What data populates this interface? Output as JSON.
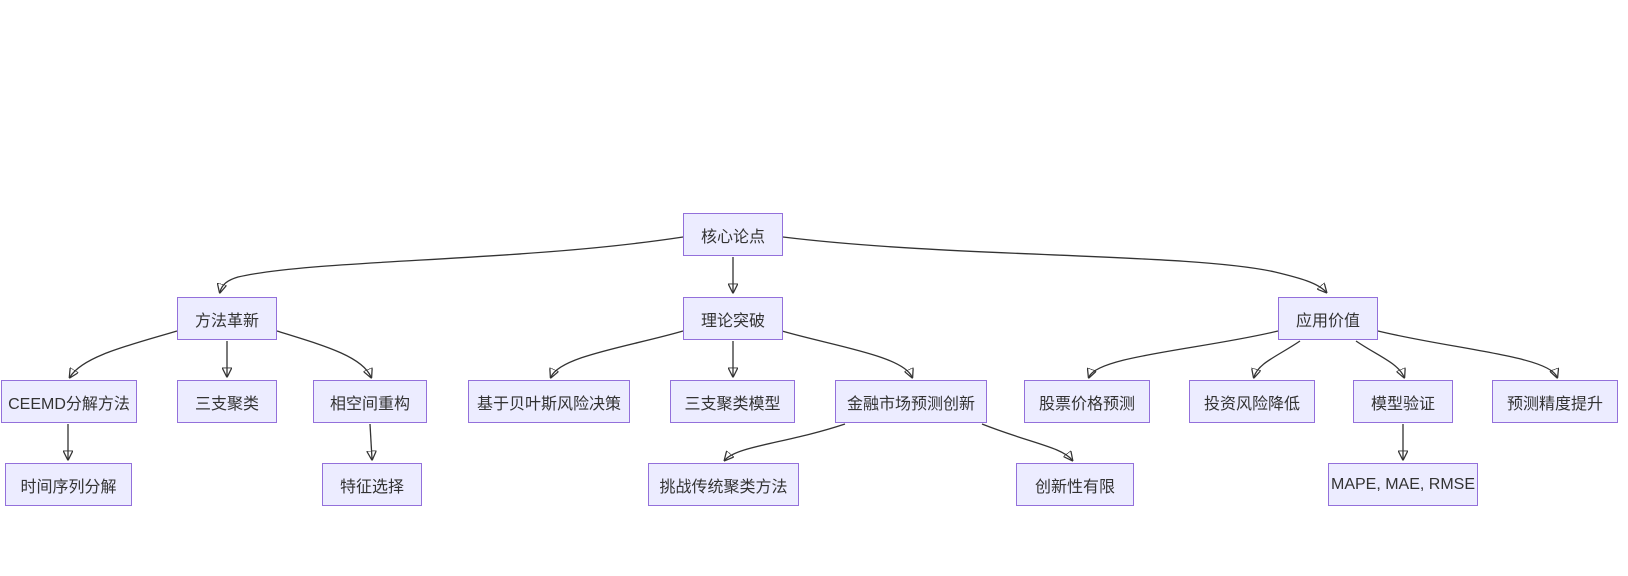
{
  "diagram": {
    "type": "flowchart",
    "direction": "top-down",
    "colors": {
      "background": "#ffffff",
      "node_fill": "#ECECFF",
      "node_border": "#9370DB",
      "edge": "#333333",
      "text": "#333333"
    },
    "nodes": {
      "core": {
        "label": "核心论点"
      },
      "method": {
        "label": "方法革新"
      },
      "theory": {
        "label": "理论突破"
      },
      "application": {
        "label": "应用价值"
      },
      "ceemd": {
        "label": "CEEMD分解方法"
      },
      "threeway": {
        "label": "三支聚类"
      },
      "phasespace": {
        "label": "相空间重构"
      },
      "bayes": {
        "label": "基于贝叶斯风险决策"
      },
      "twmodel": {
        "label": "三支聚类模型"
      },
      "finance": {
        "label": "金融市场预测创新"
      },
      "stock": {
        "label": "股票价格预测"
      },
      "risk": {
        "label": "投资风险降低"
      },
      "validation": {
        "label": "模型验证"
      },
      "accuracy": {
        "label": "预测精度提升"
      },
      "timeseries": {
        "label": "时间序列分解"
      },
      "feature": {
        "label": "特征选择"
      },
      "challenge": {
        "label": "挑战传统聚类方法"
      },
      "novelty": {
        "label": "创新性有限"
      },
      "metrics": {
        "label": "MAPE, MAE, RMSE"
      }
    },
    "edges": [
      {
        "from": "core",
        "to": "method"
      },
      {
        "from": "core",
        "to": "theory"
      },
      {
        "from": "core",
        "to": "application"
      },
      {
        "from": "method",
        "to": "ceemd"
      },
      {
        "from": "method",
        "to": "threeway"
      },
      {
        "from": "method",
        "to": "phasespace"
      },
      {
        "from": "theory",
        "to": "bayes"
      },
      {
        "from": "theory",
        "to": "twmodel"
      },
      {
        "from": "theory",
        "to": "finance"
      },
      {
        "from": "application",
        "to": "stock"
      },
      {
        "from": "application",
        "to": "risk"
      },
      {
        "from": "application",
        "to": "validation"
      },
      {
        "from": "application",
        "to": "accuracy"
      },
      {
        "from": "ceemd",
        "to": "timeseries"
      },
      {
        "from": "phasespace",
        "to": "feature"
      },
      {
        "from": "finance",
        "to": "challenge"
      },
      {
        "from": "finance",
        "to": "novelty"
      },
      {
        "from": "validation",
        "to": "metrics"
      }
    ]
  }
}
